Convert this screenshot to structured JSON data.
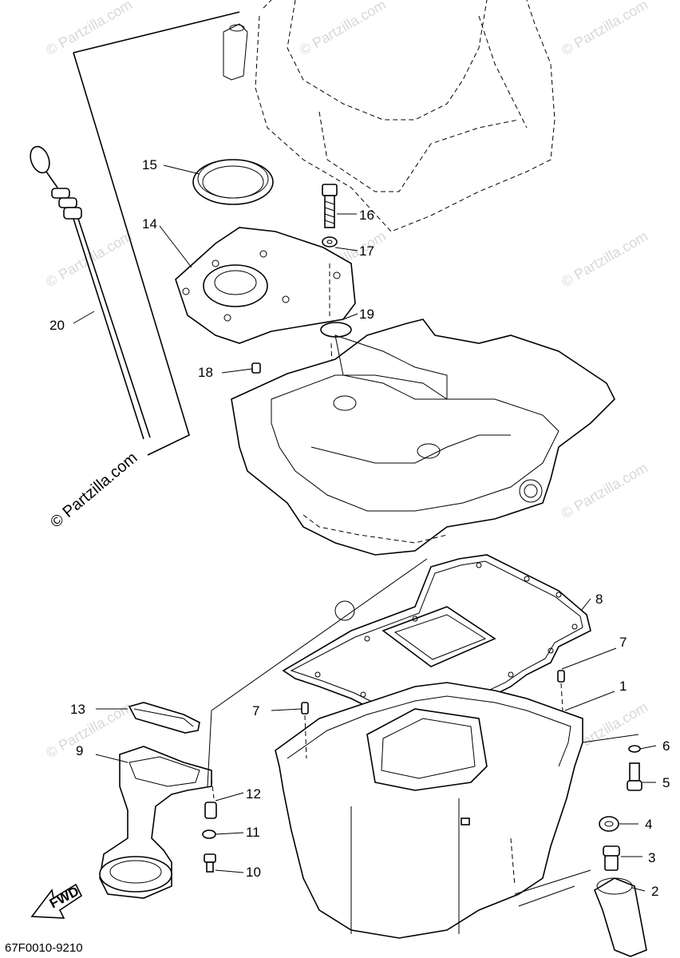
{
  "diagram": {
    "code": "67F0010-9210",
    "copyright": "© Partzilla.com",
    "watermark": "© Partzilla.com",
    "fwd_label": "FWD",
    "callouts": [
      "1",
      "2",
      "3",
      "4",
      "5",
      "6",
      "7",
      "8",
      "9",
      "10",
      "11",
      "12",
      "13",
      "14",
      "15",
      "16",
      "17",
      "18",
      "19",
      "20"
    ],
    "callout_7_second": "7"
  }
}
